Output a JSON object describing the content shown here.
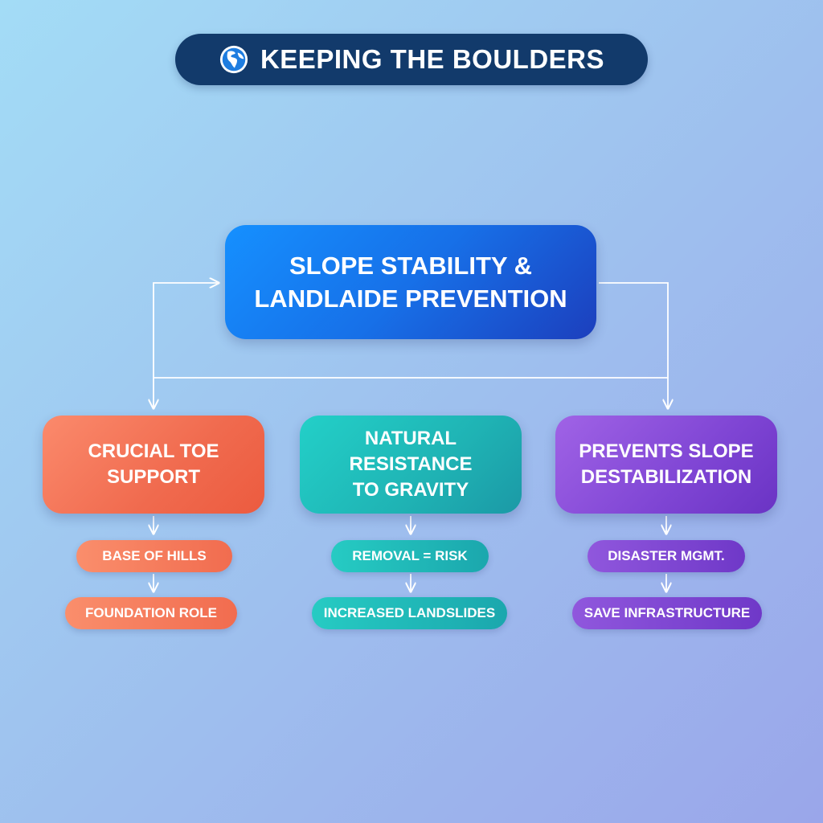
{
  "title": {
    "text": "KEEPING THE BOULDERS",
    "icon": "globe-icon"
  },
  "main_node": {
    "line1": "SLOPE STABILITY &",
    "line2": "LANDLAIDE PREVENTION"
  },
  "branches": [
    {
      "line1": "CRUCIAL TOE",
      "line2": "SUPPORT",
      "color": "#f06a4e",
      "steps": [
        "BASE OF HILLS",
        "FOUNDATION ROLE"
      ]
    },
    {
      "line1": "NATURAL RESISTANCE",
      "line2": "TO GRAVITY",
      "color": "#1fb3b4",
      "steps": [
        "REMOVAL = RISK",
        "INCREASED LANDSLIDES"
      ]
    },
    {
      "line1": "PREVENTS SLOPE",
      "line2": "DESTABILIZATION",
      "color": "#7f45d4",
      "steps": [
        "DISASTER MGMT.",
        "SAVE INFRASTRUCTURE"
      ]
    }
  ],
  "colors": {
    "title_bg": "#123a6b",
    "main_node": "#1770e8",
    "connector": "#ffffff",
    "background_top": "#a3dcf6",
    "background_bottom": "#9aa6ea"
  }
}
